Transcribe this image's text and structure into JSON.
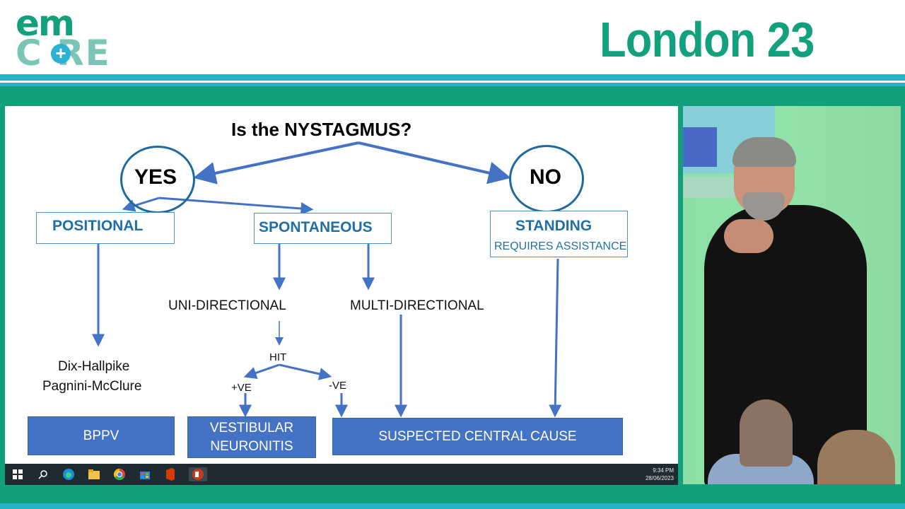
{
  "header": {
    "logo_em": "em",
    "logo_core": "C RE",
    "logo_plus": "+",
    "event_title": "London 23"
  },
  "slide": {
    "question": "Is the NYSTAGMUS?",
    "yes": "YES",
    "no": "NO",
    "positional": "POSITIONAL",
    "spontaneous": "SPONTANEOUS",
    "standing": "STANDING",
    "standing_sub": "REQUIRES ASSISTANCE",
    "uni_directional": "UNI-DIRECTIONAL",
    "multi_directional": "MULTI-DIRECTIONAL",
    "hit": "HIT",
    "plus_ve": "+VE",
    "minus_ve": "-VE",
    "dix_hallpike": "Dix-Hallpike",
    "pagnini": "Pagnini-McClure",
    "bppv": "BPPV",
    "vestibular_1": "VESTIBULAR",
    "vestibular_2": "NEURONITIS",
    "central": "SUSPECTED CENTRAL CAUSE"
  },
  "taskbar": {
    "time": "9:34 PM",
    "date": "28/06/2023",
    "icons": [
      "windows-icon",
      "search-icon",
      "edge-icon",
      "folder-icon",
      "chrome-icon",
      "store-icon",
      "office-icon",
      "powerpoint-icon"
    ]
  },
  "colors": {
    "brand_green": "#12a07c",
    "brand_cyan": "#25b3c8",
    "arrow_blue": "#4472c4",
    "label_blue": "#1f6fa6"
  }
}
